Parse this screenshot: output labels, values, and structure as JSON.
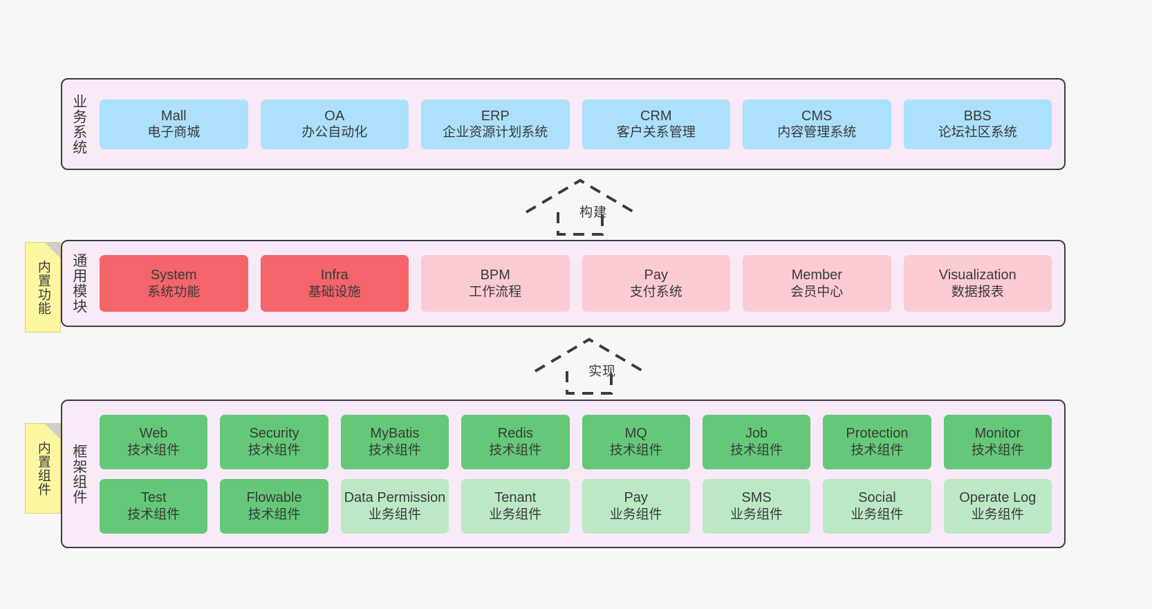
{
  "layers": {
    "business": {
      "title": "业务系统",
      "items": [
        {
          "name": "Mall",
          "sub": "电子商城"
        },
        {
          "name": "OA",
          "sub": "办公自动化"
        },
        {
          "name": "ERP",
          "sub": "企业资源计划系统"
        },
        {
          "name": "CRM",
          "sub": "客户关系管理"
        },
        {
          "name": "CMS",
          "sub": "内容管理系统"
        },
        {
          "name": "BBS",
          "sub": "论坛社区系统"
        }
      ]
    },
    "modules": {
      "title": "通用模块",
      "note": "内置功能",
      "items": [
        {
          "name": "System",
          "sub": "系统功能",
          "style": "red"
        },
        {
          "name": "Infra",
          "sub": "基础设施",
          "style": "red"
        },
        {
          "name": "BPM",
          "sub": "工作流程",
          "style": "pink"
        },
        {
          "name": "Pay",
          "sub": "支付系统",
          "style": "pink"
        },
        {
          "name": "Member",
          "sub": "会员中心",
          "style": "pink"
        },
        {
          "name": "Visualization",
          "sub": "数据报表",
          "style": "pink"
        }
      ]
    },
    "framework": {
      "title": "框架组件",
      "note": "内置组件",
      "row1": [
        {
          "name": "Web",
          "sub": "技术组件",
          "style": "green"
        },
        {
          "name": "Security",
          "sub": "技术组件",
          "style": "green"
        },
        {
          "name": "MyBatis",
          "sub": "技术组件",
          "style": "green"
        },
        {
          "name": "Redis",
          "sub": "技术组件",
          "style": "green"
        },
        {
          "name": "MQ",
          "sub": "技术组件",
          "style": "green"
        },
        {
          "name": "Job",
          "sub": "技术组件",
          "style": "green"
        },
        {
          "name": "Protection",
          "sub": "技术组件",
          "style": "green"
        },
        {
          "name": "Monitor",
          "sub": "技术组件",
          "style": "green"
        }
      ],
      "row2": [
        {
          "name": "Test",
          "sub": "技术组件",
          "style": "green"
        },
        {
          "name": "Flowable",
          "sub": "技术组件",
          "style": "green"
        },
        {
          "name": "Data Permission",
          "sub": "业务组件",
          "style": "lightgreen"
        },
        {
          "name": "Tenant",
          "sub": "业务组件",
          "style": "lightgreen"
        },
        {
          "name": "Pay",
          "sub": "业务组件",
          "style": "lightgreen"
        },
        {
          "name": "SMS",
          "sub": "业务组件",
          "style": "lightgreen"
        },
        {
          "name": "Social",
          "sub": "业务组件",
          "style": "lightgreen"
        },
        {
          "name": "Operate Log",
          "sub": "业务组件",
          "style": "lightgreen"
        }
      ]
    }
  },
  "connectors": [
    {
      "label": "构建"
    },
    {
      "label": "实现"
    }
  ],
  "colors": {
    "background": "#f7f7f7",
    "layer_fill": "#f8eaf6",
    "layer_border": "#3c3c3c",
    "blue": "#ace0fb",
    "red": "#f4646b",
    "pink": "#fbcbd3",
    "green": "#64c878",
    "light_green": "#bde8c5",
    "note_fill": "#fcf7a0",
    "note_fold": "#cfcfcf",
    "text": "#3a3a3a"
  }
}
